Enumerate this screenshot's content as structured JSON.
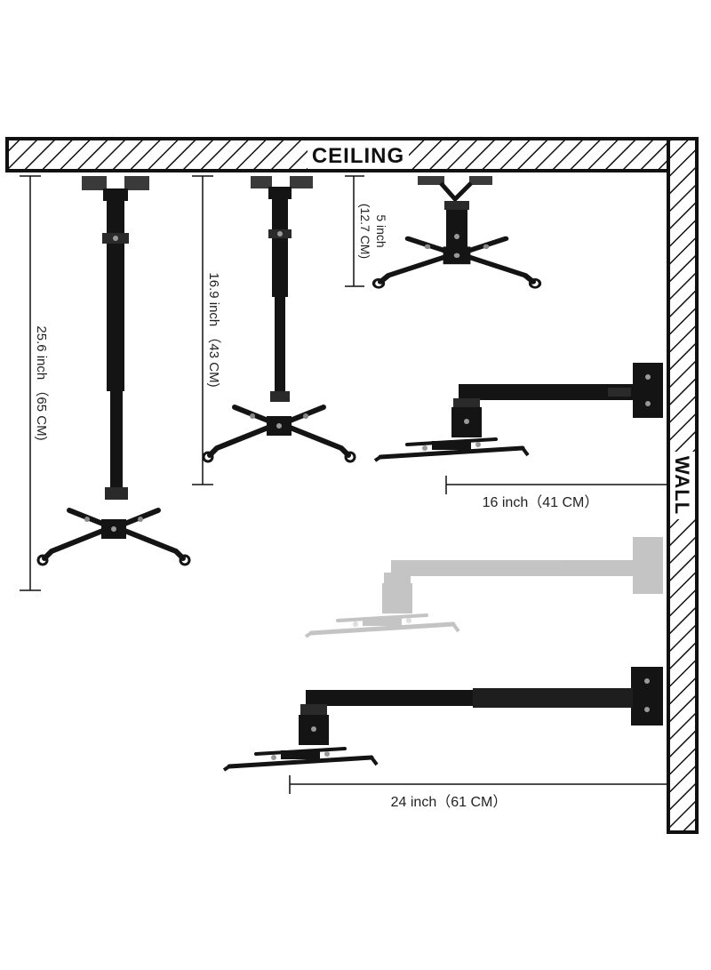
{
  "labels": {
    "ceiling": "CEILING",
    "wall": "WALL"
  },
  "dimensions": {
    "long_drop": "25.6 inch （65 CM)",
    "mid_drop": "16.9 inch （43 CM)",
    "short_drop_a": "5 inch",
    "short_drop_b": "(12.7 CM)",
    "wall_short": "16 inch（41 CM）",
    "wall_long": "24 inch（61 CM）"
  },
  "colors": {
    "ink": "#111111",
    "mount": "#141414",
    "ghost": "#bdbdbd",
    "background": "#ffffff"
  }
}
